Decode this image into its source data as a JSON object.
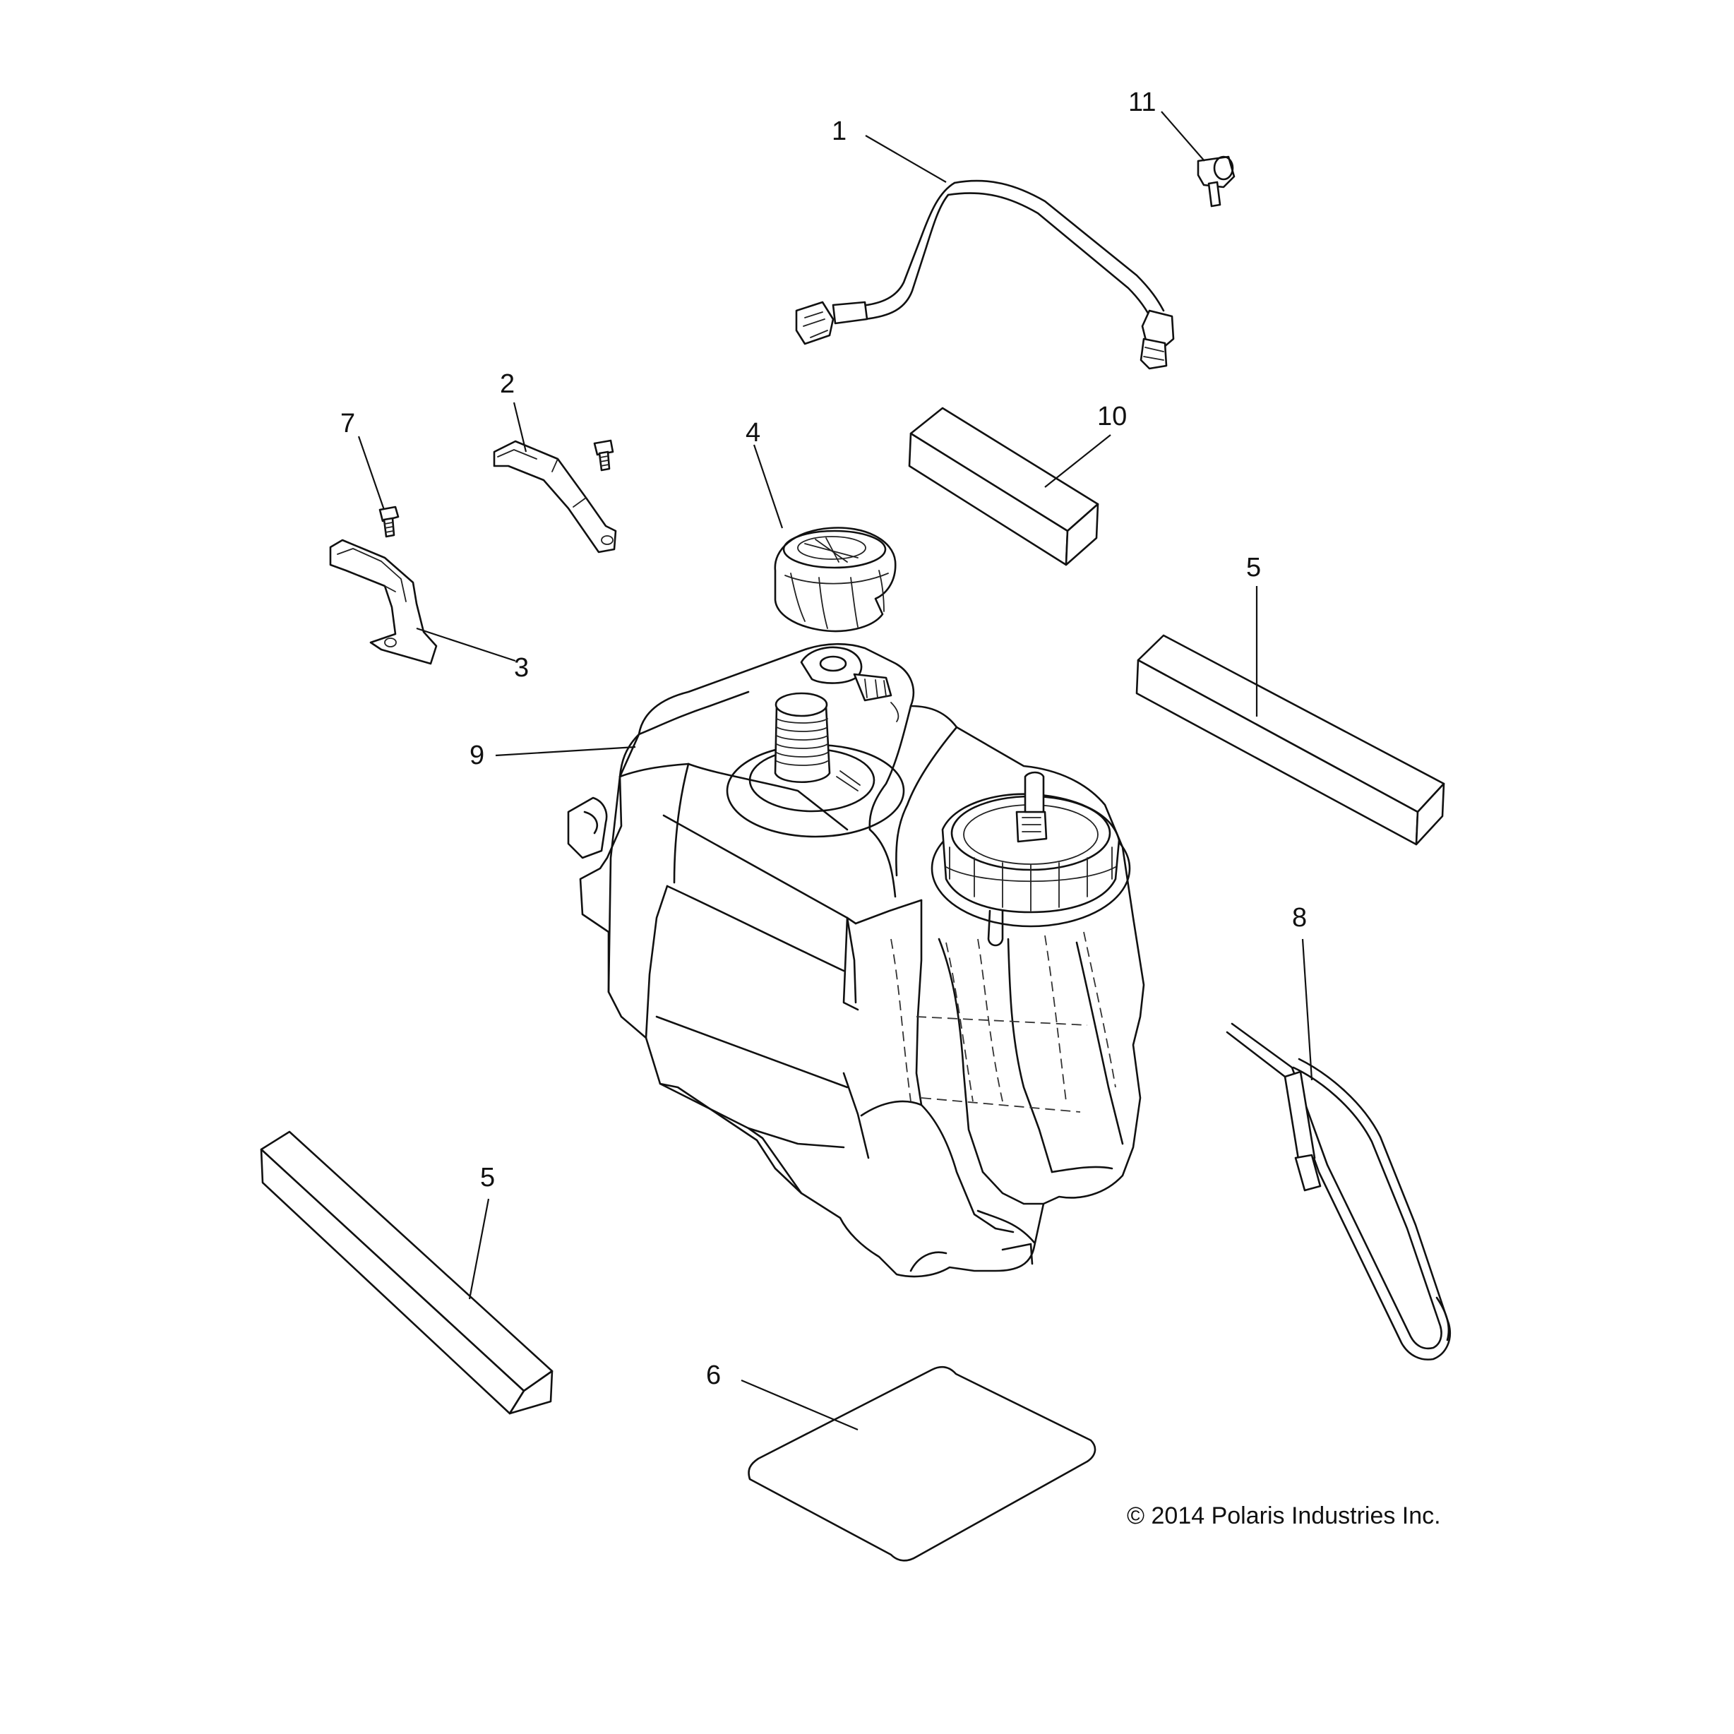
{
  "callouts": {
    "c1": "1",
    "c2": "2",
    "c3": "3",
    "c4": "4",
    "c5a": "5",
    "c5b": "5",
    "c6": "6",
    "c7": "7",
    "c8": "8",
    "c9": "9",
    "c10": "10",
    "c11": "11"
  },
  "copyright": "© 2014 Polaris Industries Inc."
}
